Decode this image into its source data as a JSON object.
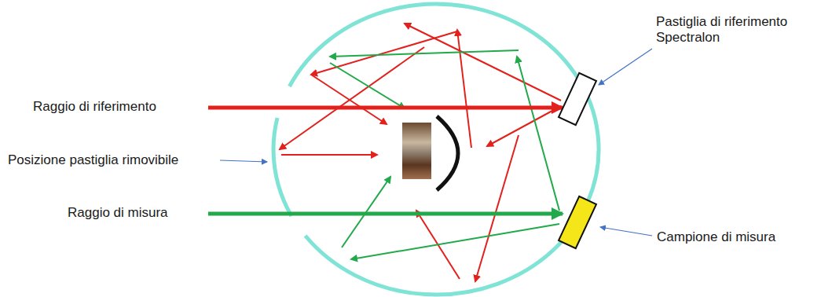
{
  "diagram": {
    "labels": [
      "Raggio di riferimento",
      "Posizione pastiglia rimovibile",
      "Raggio di misura",
      "Pastiglia di riferimento Spectralon",
      "Campione di misura"
    ]
  }
}
